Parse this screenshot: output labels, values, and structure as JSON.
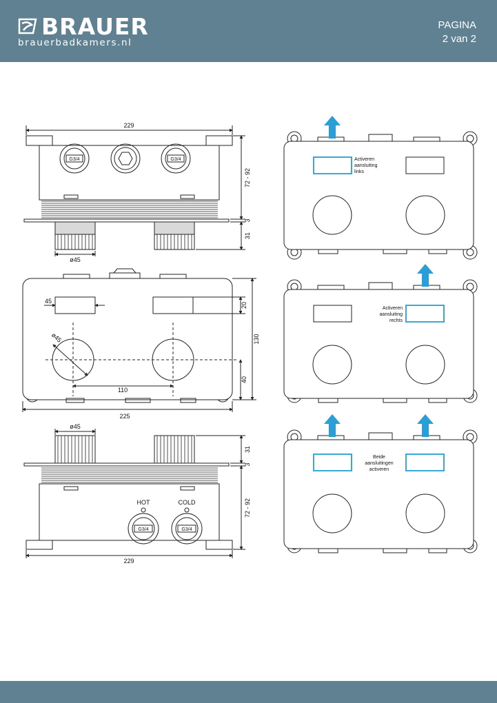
{
  "header": {
    "brand": "BRAUER",
    "url": "brauerbadkamers.nl",
    "page_title": "PAGINA",
    "page_number": "2 van 2",
    "color": "#5f8191"
  },
  "drawing_top": {
    "width": "229",
    "height": "72 - 92",
    "plate": "3",
    "knob_height": "31",
    "knob_diameter": "ø45",
    "outlet_left": "G3/4",
    "outlet_right": "G3/4"
  },
  "drawing_front": {
    "window_width": "45",
    "window_height": "20",
    "height": "130",
    "knob_diameter": "ø45",
    "knob_spacing": "110",
    "knob_offset": "40",
    "width": "225"
  },
  "drawing_bottom": {
    "knob_diameter": "ø45",
    "knob_height": "31",
    "plate": "3",
    "hot": "HOT",
    "cold": "COLD",
    "inlet_left": "G3/4",
    "inlet_right": "G3/4",
    "height": "72 - 92",
    "width": "229"
  },
  "panels": {
    "accent": "#3aa7d6",
    "left": {
      "line1": "Activeren",
      "line2": "aansluiting",
      "line3": "links"
    },
    "right": {
      "line1": "Activeren",
      "line2": "aansluiting",
      "line3": "rechts"
    },
    "both": {
      "line1": "Beide",
      "line2": "aansluitingen",
      "line3": "activeren"
    }
  }
}
